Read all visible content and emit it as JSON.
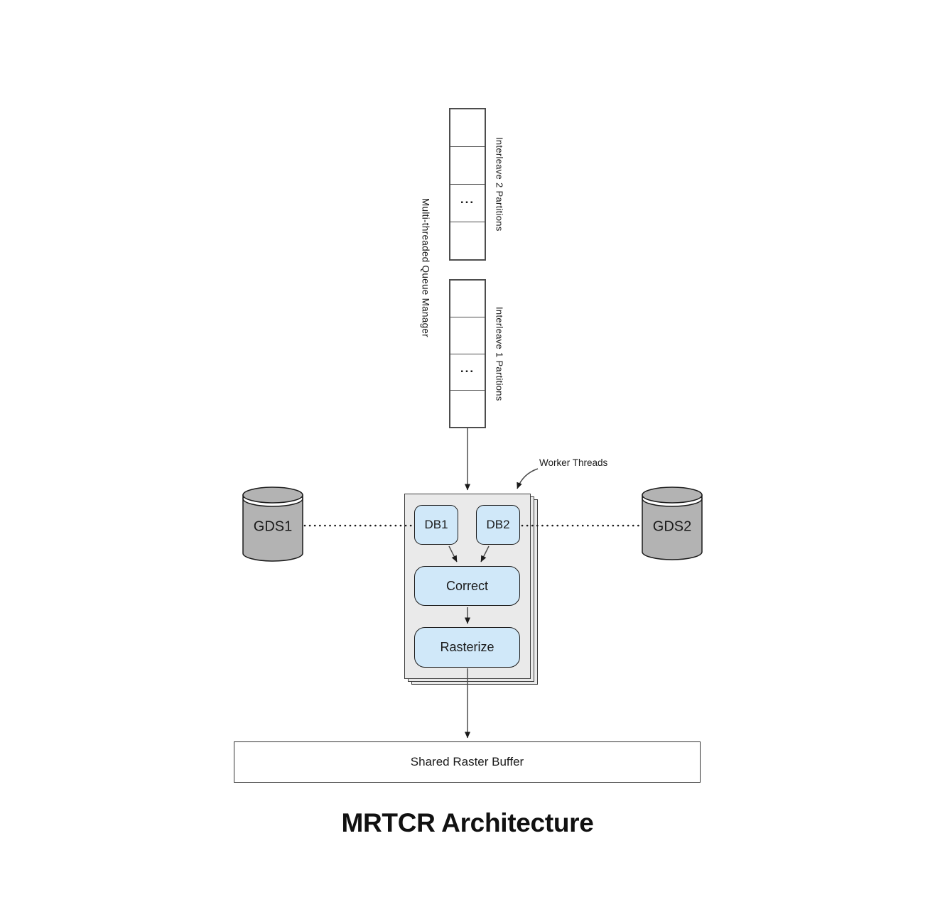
{
  "diagram": {
    "title": "MRTCR Architecture",
    "queue_manager_label": "Multi-threaded Queue Manager",
    "queues": [
      {
        "label": "Interleave 2 Partitions",
        "ellipsis": "..."
      },
      {
        "label": "Interleave 1 Partitions",
        "ellipsis": "..."
      }
    ],
    "worker": {
      "label": "Worker Threads",
      "nodes": {
        "db1": "DB1",
        "db2": "DB2",
        "correct": "Correct",
        "rasterize": "Rasterize"
      }
    },
    "datastores": [
      {
        "label": "GDS1"
      },
      {
        "label": "GDS2"
      }
    ],
    "buffer_label": "Shared Raster Buffer",
    "colors": {
      "node_fill": "#d0e8f9",
      "sheet_fill": "#eaeaea",
      "cylinder_fill": "#b3b3b3",
      "stroke_dark": "#1a1a1a",
      "stroke_gray": "#4d4d4d"
    }
  }
}
